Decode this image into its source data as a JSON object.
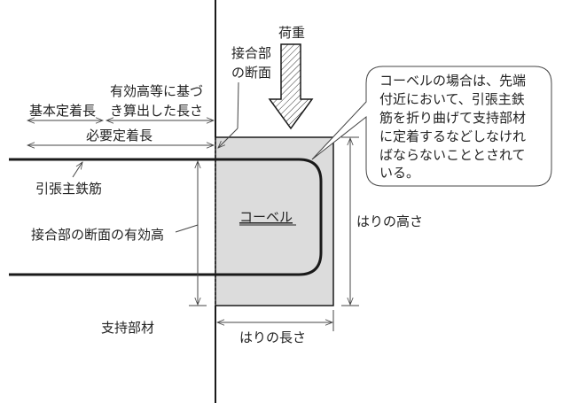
{
  "labels": {
    "load": "荷重",
    "section_line1": "接合部",
    "section_line2": "の断面",
    "calc_length_line1": "有効高等に基づ",
    "calc_length_line2": "き算出した長さ",
    "basic_anchorage": "基本定着長",
    "required_anchorage": "必要定着長",
    "tension_rebar": "引張主鉄筋",
    "effective_depth": "接合部の断面の有効高",
    "corbel": "コーベル",
    "beam_height": "はりの高さ",
    "support_member": "支持部材",
    "beam_length": "はりの長さ"
  },
  "callout": {
    "lines": [
      "コーベルの場合は、先端",
      "付近において、引張主鉄",
      "筋を折り曲げて支持部材",
      "に定着するなどしなけれ",
      "ばならないこととされて",
      "いる。"
    ]
  },
  "colors": {
    "corbel_fill": "#dcdcdc",
    "line": "#1a1a1a"
  }
}
